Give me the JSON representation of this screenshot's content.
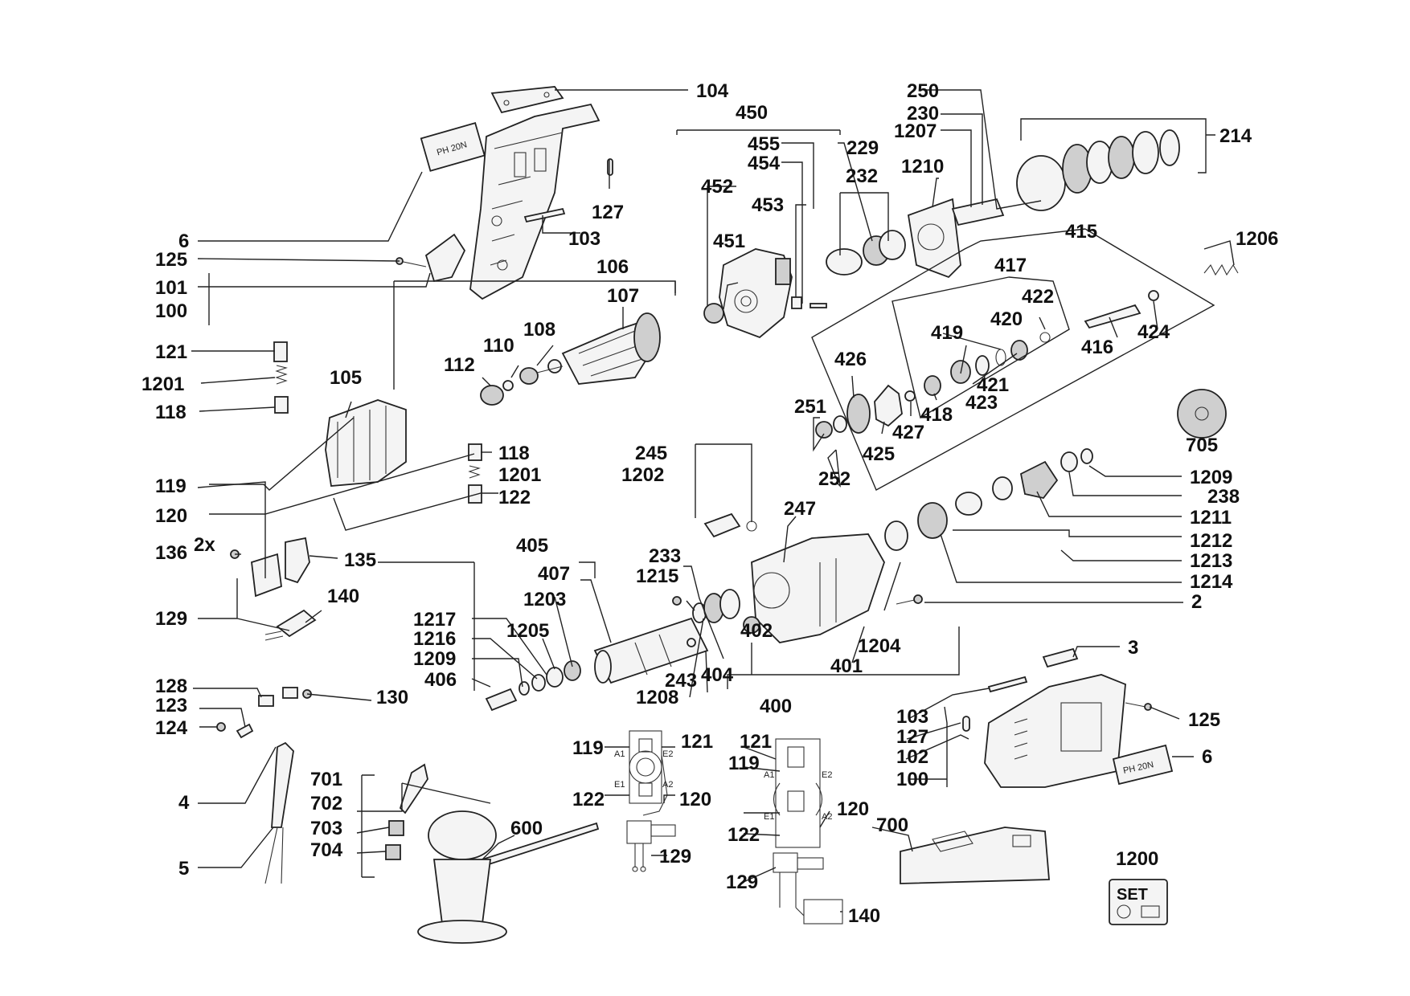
{
  "labels": {
    "l104": "104",
    "l450": "450",
    "l250": "250",
    "l230": "230",
    "l1207": "1207",
    "l214": "214",
    "l455": "455",
    "l229": "229",
    "l454": "454",
    "l232": "232",
    "l1210": "1210",
    "l452": "452",
    "l453": "453",
    "l127a": "127",
    "l103a": "103",
    "l6a": "6",
    "l125a": "125",
    "l101": "101",
    "l100a": "100",
    "l106": "106",
    "l107": "107",
    "l451": "451",
    "l415": "415",
    "l1206": "1206",
    "l417": "417",
    "l422": "422",
    "l108": "108",
    "l110": "110",
    "l112": "112",
    "l121a": "121",
    "l1201a": "1201",
    "l105": "105",
    "l118a": "118",
    "l420": "420",
    "l419": "419",
    "l416": "416",
    "l424": "424",
    "l426": "426",
    "l421": "421",
    "l418": "418",
    "l423": "423",
    "l251": "251",
    "l427": "427",
    "l425": "425",
    "l705": "705",
    "l118b": "118",
    "l245": "245",
    "l1201b": "1201",
    "l1202": "1202",
    "l252": "252",
    "l1209a": "1209",
    "l119a": "119",
    "l122a": "122",
    "l238": "238",
    "l1211": "1211",
    "l247": "247",
    "l120a": "120",
    "l2x": "2x",
    "l136": "136",
    "l135": "135",
    "l405": "405",
    "l233": "233",
    "l1212": "1212",
    "l1213": "1213",
    "l407": "407",
    "l1215": "1215",
    "l1214": "1214",
    "l140a": "140",
    "l1203": "1203",
    "l2": "2",
    "l129a": "129",
    "l1217": "1217",
    "l1216": "1216",
    "l1205": "1205",
    "l402": "402",
    "l1204": "1204",
    "l1209b": "1209",
    "l401": "401",
    "l3": "3",
    "l406": "406",
    "l404": "404",
    "l243": "243",
    "l128": "128",
    "l130": "130",
    "l1208": "1208",
    "l400": "400",
    "l123": "123",
    "l125b": "125",
    "l103b": "103",
    "l124": "124",
    "l127b": "127",
    "l119b": "119",
    "l121b": "121",
    "l121c": "121",
    "l102": "102",
    "l6b": "6",
    "l119c": "119",
    "l100b": "100",
    "l701": "701",
    "l122b": "122",
    "l120b": "120",
    "l4": "4",
    "l702": "702",
    "l120c": "120",
    "l703": "703",
    "l600": "600",
    "l700": "700",
    "l704": "704",
    "l129b": "129",
    "l122c": "122",
    "l5": "5",
    "l1200": "1200",
    "l129c": "129",
    "l140b": "140"
  },
  "model_plate": "PH 20N",
  "set_badge": "SET",
  "wiring_terminals": {
    "a1": "A1",
    "e2": "E2",
    "e1": "E1",
    "a2": "A2",
    "a1b": "A1",
    "e2b": "E2",
    "e1b": "E1",
    "a2b": "A2"
  },
  "colors": {
    "ink": "#111111",
    "background": "#ffffff"
  }
}
